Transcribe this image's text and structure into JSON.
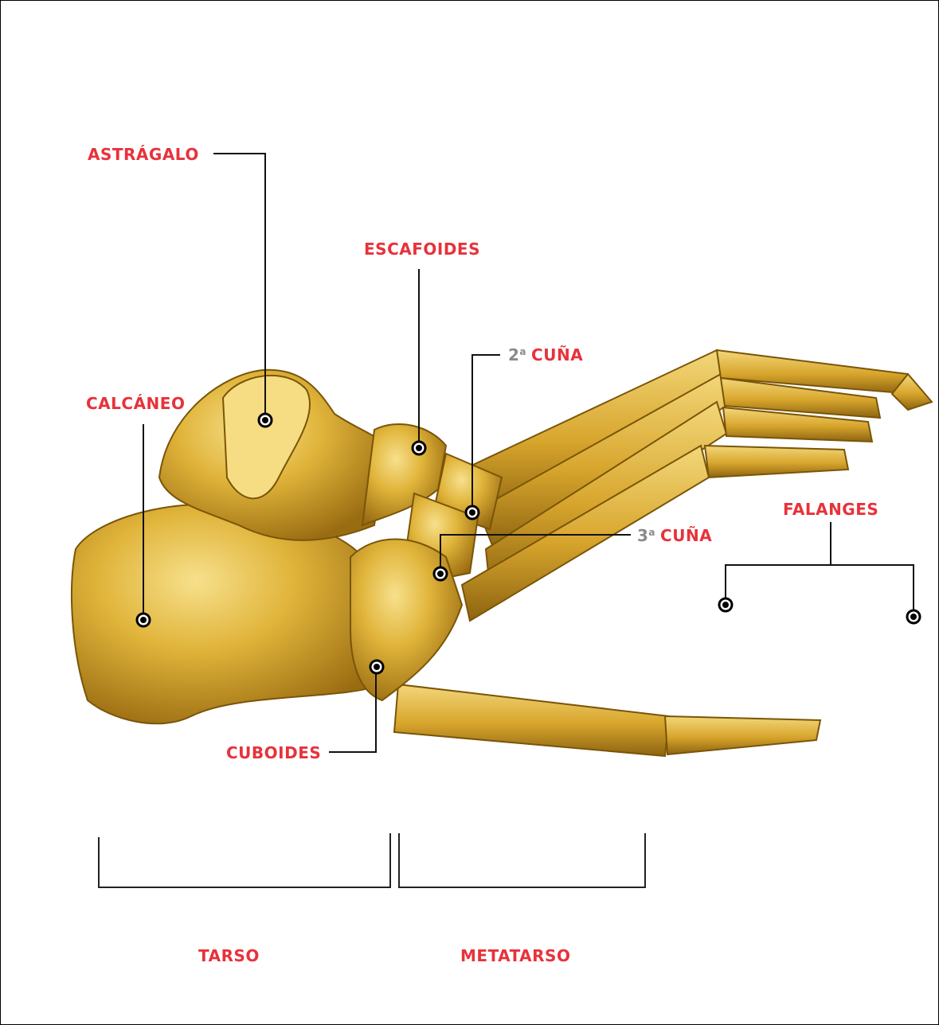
{
  "labels": {
    "astragalo": "ASTRÁGALO",
    "escafoides": "ESCAFOIDES",
    "cuna2_num": "2",
    "cuna2_sup": "a",
    "cuna2_word": "CUÑA",
    "calcaneo": "CALCÁNEO",
    "cuna3_num": "3",
    "cuna3_sup": "a",
    "cuna3_word": "CUÑA",
    "falanges": "FALANGES",
    "cuboides": "CUBOIDES",
    "tarso": "TARSO",
    "metatarso": "METATARSO"
  },
  "colors": {
    "label": "#e8323a",
    "label_grey": "#8a8a8a",
    "bone_light": "#f2d678",
    "bone_mid": "#d9a92e",
    "bone_dark": "#8a6210",
    "lines": "#111111"
  }
}
